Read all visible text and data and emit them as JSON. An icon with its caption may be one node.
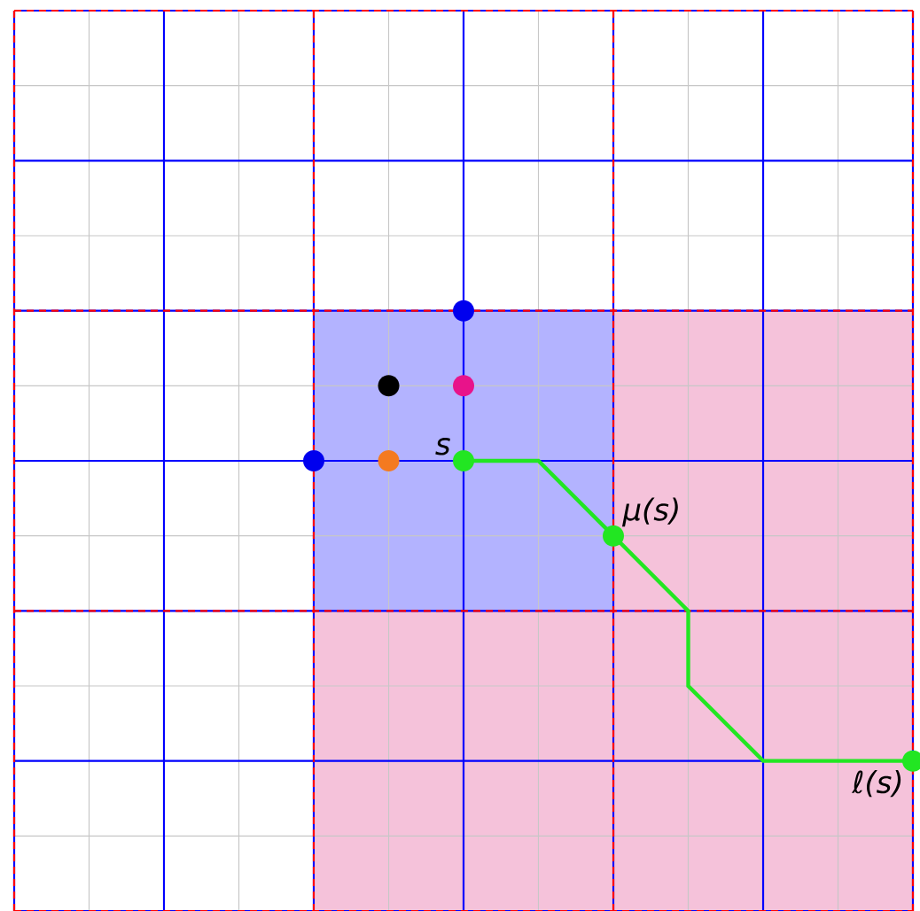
{
  "diagram": {
    "nodes": [
      {
        "text": [],
        "shape": "circle"
      },
      {
        "text": [],
        "shape": "circle"
      },
      {
        "text": [],
        "shape": "circle"
      },
      {
        "text": [],
        "shape": "circle"
      },
      {
        "text": [],
        "shape": "circle"
      },
      {
        "text": [],
        "shape": "circle",
        "beside": [
          "s"
        ]
      },
      {
        "text": [],
        "shape": "circle",
        "beside": [
          "μ(s)"
        ]
      },
      {
        "text": [],
        "shape": "circle",
        "beside": [
          "ℓ(s)"
        ]
      }
    ],
    "edges": [
      {
        "from": 5,
        "to": 6,
        "arrow": "none"
      },
      {
        "from": 6,
        "to": 7,
        "arrow": "none"
      }
    ]
  }
}
